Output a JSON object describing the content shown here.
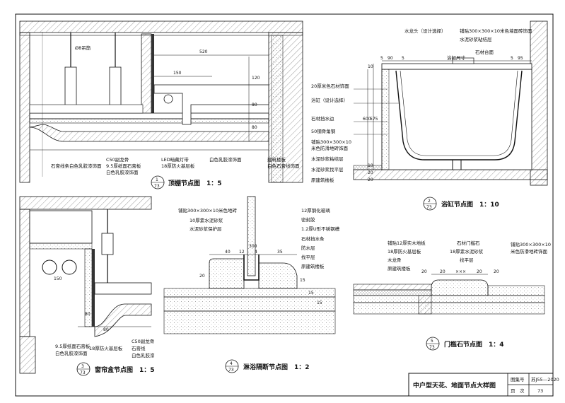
{
  "title_block": {
    "drawing_title": "中户型天花、地面节点大样图",
    "atlas_label": "图集号",
    "atlas_value": "苏J55—2020",
    "page_label": "页　次",
    "page_value": "73"
  },
  "details": {
    "d1": {
      "num": "1",
      "ref": "73",
      "title": "顶棚节点图　1：5"
    },
    "d2": {
      "num": "2",
      "ref": "73",
      "title": "浴缸节点图　1：10"
    },
    "d3": {
      "num": "3",
      "ref": "73",
      "title": "窗帘盒节点图　1：5"
    },
    "d4": {
      "num": "4",
      "ref": "73",
      "title": "淋浴隔断节点图　1：2"
    },
    "d5": {
      "num": "5",
      "ref": "73",
      "title": "门槛石节点图　1：4"
    }
  },
  "labels": {
    "d1": [
      "Ø8吊筋",
      "C50副龙骨",
      "9.5厚纸面石膏板",
      "白色乳胶漆饰面",
      "LED暗藏灯带",
      "18厚防火基层板",
      "白色乳胶漆饰面",
      "建筑楼板",
      "白色石膏线饰面",
      "石膏线条白色乳胶漆饰面"
    ],
    "d1_dims": [
      "520",
      "150",
      "120",
      "80",
      "80"
    ],
    "d2": [
      "水龙头（设计选择）",
      "铺贴300×300×10米色墙面砖饰面",
      "水泥砂浆粘结层",
      "石材台面",
      "20厚米色石材饰面",
      "浴缸（设计选择）",
      "石材挡水边",
      "50钢骨角钢",
      "铺贴300×300×10",
      "米色防滑地砖饰面",
      "水泥砂浆粘结层",
      "水泥砂浆找平层",
      "原建筑楼板"
    ],
    "d2_dims": [
      "5",
      "90",
      "5",
      "浴缸尺寸",
      "5",
      "95",
      "10",
      "600",
      "575",
      "10",
      "20",
      "20"
    ],
    "d3": [
      "150",
      "80",
      "80",
      "9.5厚纸面石膏板",
      "白色乳胶漆饰面",
      "18厚防火基层板",
      "C50副龙骨",
      "石膏线",
      "白色乳胶漆"
    ],
    "d4": [
      "铺贴300×300×10米色地砖",
      "10厚素水泥砂浆",
      "水泥砂浆保护层",
      "12厚钢化玻璃",
      "密封胶",
      "1.2厚U形不锈钢槽",
      "石材挡水条",
      "防水层",
      "找平层",
      "原建筑楼板"
    ],
    "d4_dims": [
      "300",
      "40",
      "12",
      "4",
      "35",
      "20",
      "15",
      "15",
      "15"
    ],
    "d5": [
      "铺贴12厚实木地板",
      "18厚防火基层板",
      "木龙骨",
      "原建筑楼板",
      "石材门槛石",
      "18厚素水泥砂浆",
      "找平层",
      "铺贴300×300×10",
      "米色防滑地砖饰面"
    ],
    "d5_dims": [
      "20",
      "20",
      "20",
      "20",
      "×××"
    ]
  },
  "colors": {
    "line": "#111111",
    "hatch": "#777777",
    "fill": "#e6e6e6",
    "bg": "#ffffff"
  }
}
